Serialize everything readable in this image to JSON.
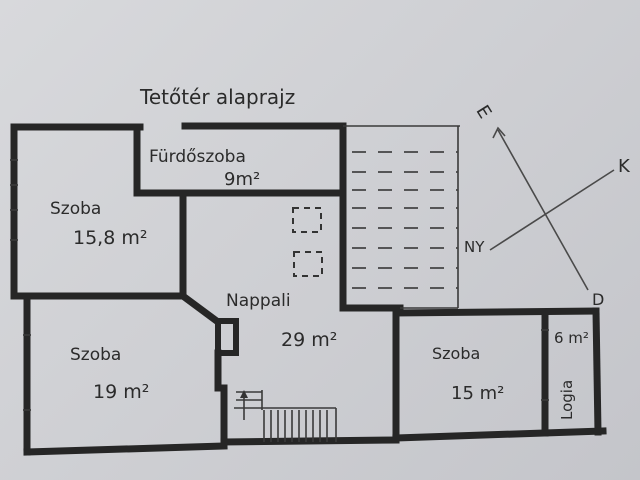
{
  "title": "Tetőtér alaprajz",
  "rooms": [
    {
      "name": "Fürdőszoba",
      "area": "9m²"
    },
    {
      "name": "Szoba",
      "area": "15,8 m²"
    },
    {
      "name": "Nappali",
      "area": "29 m²"
    },
    {
      "name": "Szoba",
      "area": "19 m²"
    },
    {
      "name": "Szoba",
      "area": "15 m²"
    },
    {
      "name": "Logia",
      "area": "6 m²"
    }
  ],
  "compass": {
    "e": "E",
    "k": "K",
    "ny": "NY",
    "d": "D"
  },
  "colors": {
    "wall": "#262626",
    "paper": "#d2d3d7",
    "ink": "#2b2b2b"
  }
}
